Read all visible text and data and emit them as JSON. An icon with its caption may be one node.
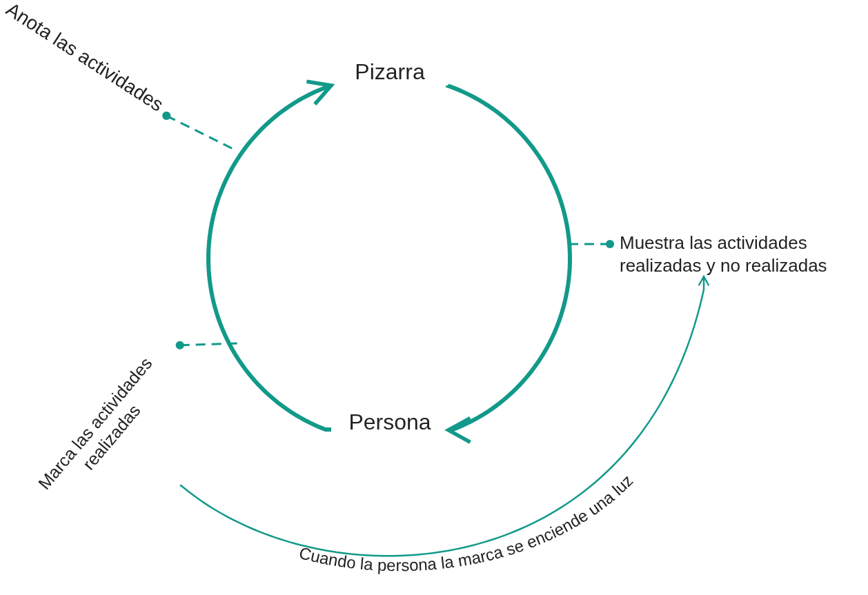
{
  "diagram": {
    "nodes": [
      {
        "text": [
          "Pizarra"
        ]
      },
      {
        "text": [
          "Persona"
        ]
      },
      {
        "text": [
          "Anota las actividades"
        ]
      },
      {
        "text": [
          "Muestra las actividades realizadas y no realizadas"
        ]
      },
      {
        "text": [
          "Marca las actividades realizadas"
        ]
      }
    ],
    "edges": [
      {
        "from": 1,
        "to": 0,
        "arrow": "to",
        "style": "thick"
      },
      {
        "from": 0,
        "to": 1,
        "arrow": "to",
        "style": "thick"
      },
      {
        "from": 2,
        "to": null,
        "arrow": "other",
        "style": "dashed"
      },
      {
        "from": 3,
        "to": null,
        "arrow": "other",
        "style": "dashed"
      },
      {
        "from": 4,
        "to": null,
        "arrow": "other",
        "style": "dashed"
      },
      {
        "from": 4,
        "to": 3,
        "arrow": "to",
        "label": "Cuando la persona la marca se enciende una luz"
      }
    ]
  }
}
